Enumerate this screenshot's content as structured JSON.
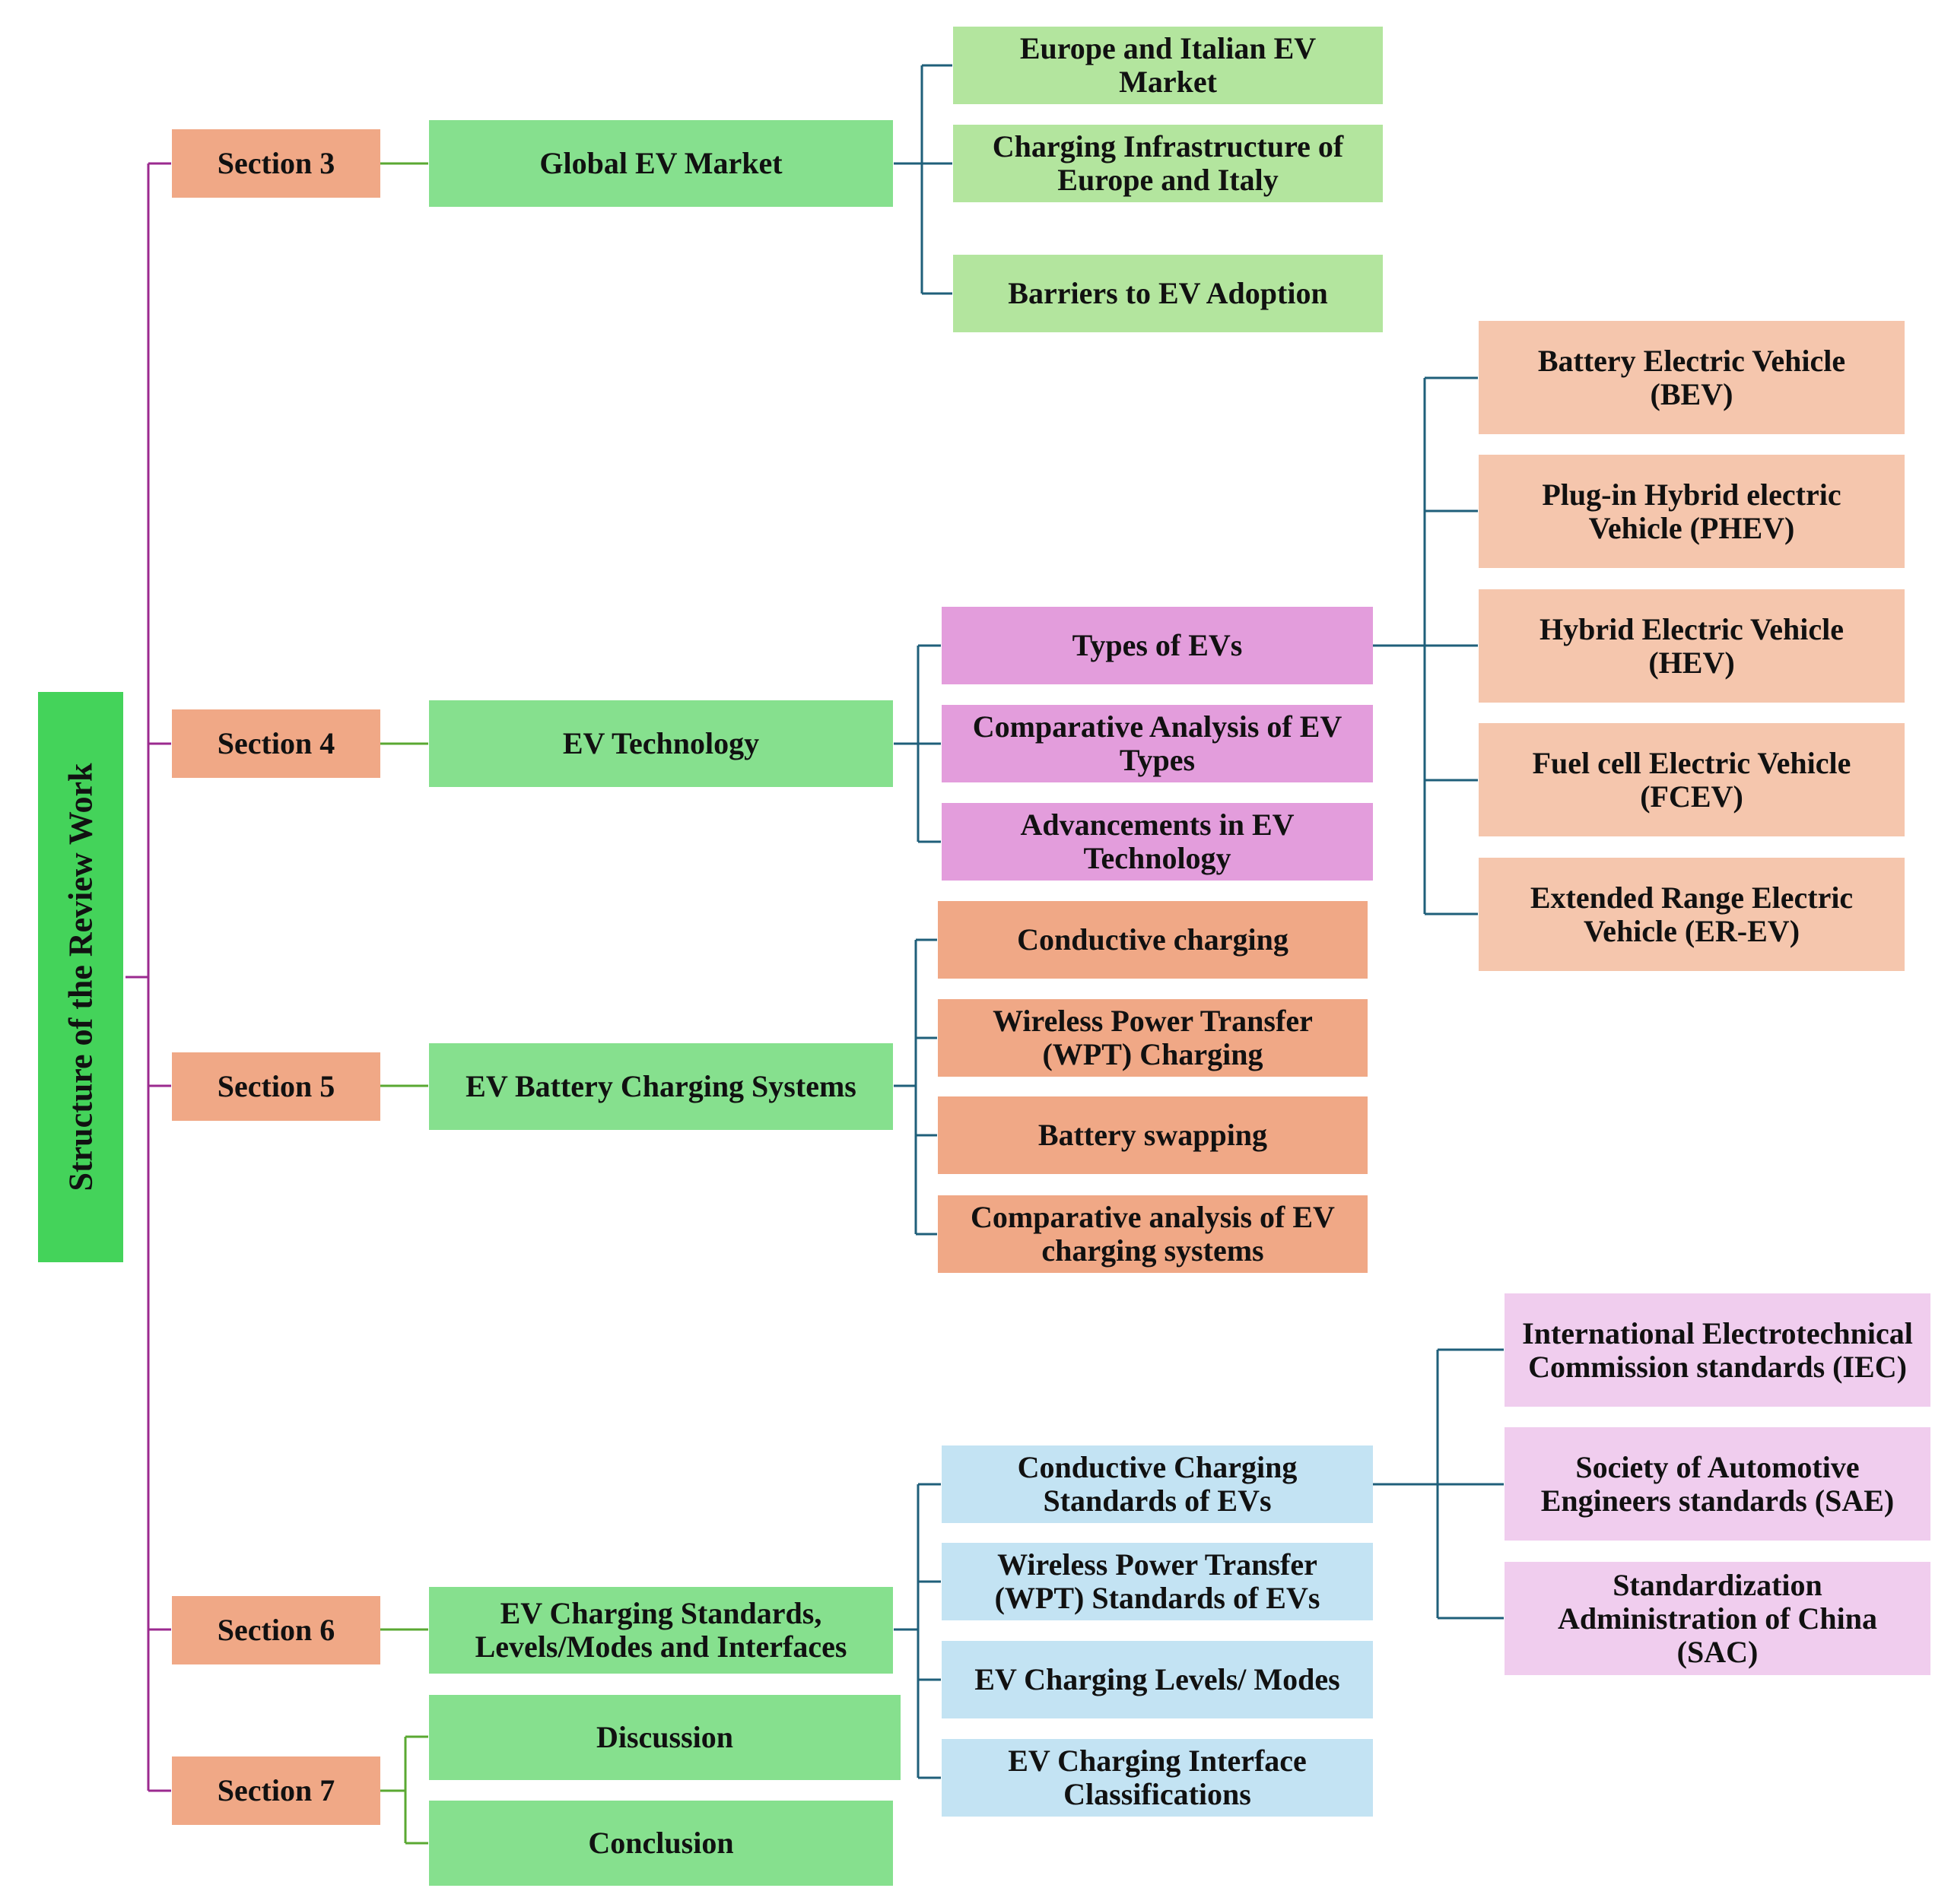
{
  "root": {
    "label": "Structure of the Review Work"
  },
  "sections": [
    {
      "label": "Section 3",
      "topics": [
        {
          "label": "Global EV Market",
          "subtopics": [
            {
              "label": "Europe and Italian EV\nMarket"
            },
            {
              "label": "Charging Infrastructure of\nEurope and Italy"
            },
            {
              "label": "Barriers to EV Adoption"
            }
          ]
        }
      ]
    },
    {
      "label": "Section 4",
      "topics": [
        {
          "label": "EV Technology",
          "subtopics": [
            {
              "label": "Types of EVs",
              "children": [
                {
                  "label": "Battery Electric Vehicle\n(BEV)"
                },
                {
                  "label": "Plug-in Hybrid electric\nVehicle (PHEV)"
                },
                {
                  "label": "Hybrid Electric Vehicle\n(HEV)"
                },
                {
                  "label": "Fuel cell Electric Vehicle\n(FCEV)"
                },
                {
                  "label": "Extended Range Electric\nVehicle  (ER-EV)"
                }
              ]
            },
            {
              "label": "Comparative Analysis of EV\nTypes"
            },
            {
              "label": "Advancements in EV\nTechnology"
            }
          ]
        }
      ]
    },
    {
      "label": "Section 5",
      "topics": [
        {
          "label": "EV Battery Charging Systems",
          "subtopics": [
            {
              "label": "Conductive charging"
            },
            {
              "label": "Wireless Power Transfer\n(WPT) Charging"
            },
            {
              "label": "Battery swapping"
            },
            {
              "label": "Comparative analysis of EV\ncharging systems"
            }
          ]
        }
      ]
    },
    {
      "label": "Section 6",
      "topics": [
        {
          "label": "EV Charging Standards,\nLevels/Modes and Interfaces",
          "subtopics": [
            {
              "label": "Conductive Charging\nStandards of EVs",
              "children": [
                {
                  "label": "International Electrotechnical\nCommission standards (IEC)"
                },
                {
                  "label": "Society of Automotive\nEngineers standards (SAE)"
                },
                {
                  "label": "Standardization\nAdministration of China\n(SAC)"
                }
              ]
            },
            {
              "label": "Wireless Power Transfer\n(WPT) Standards of EVs"
            },
            {
              "label": "EV Charging Levels/ Modes"
            },
            {
              "label": "EV Charging Interface\nClassifications"
            }
          ]
        }
      ]
    },
    {
      "label": "Section 7",
      "topics": [
        {
          "label": "Discussion"
        },
        {
          "label": "Conclusion"
        }
      ]
    }
  ],
  "colors": {
    "root": "#44d35a",
    "section": "#f0a886",
    "topic": "#86e08e",
    "section3_sub": "#b3e59e",
    "section4_sub": "#e39ddc",
    "ev_types": "#f5c6ad",
    "section5_sub": "#f0a886",
    "section6_sub": "#c3e3f3",
    "standards": "#f0cdee",
    "wire_root": "#9b2a8f",
    "wire_section": "#5aa832",
    "wire_topic": "#1f5f7a"
  }
}
